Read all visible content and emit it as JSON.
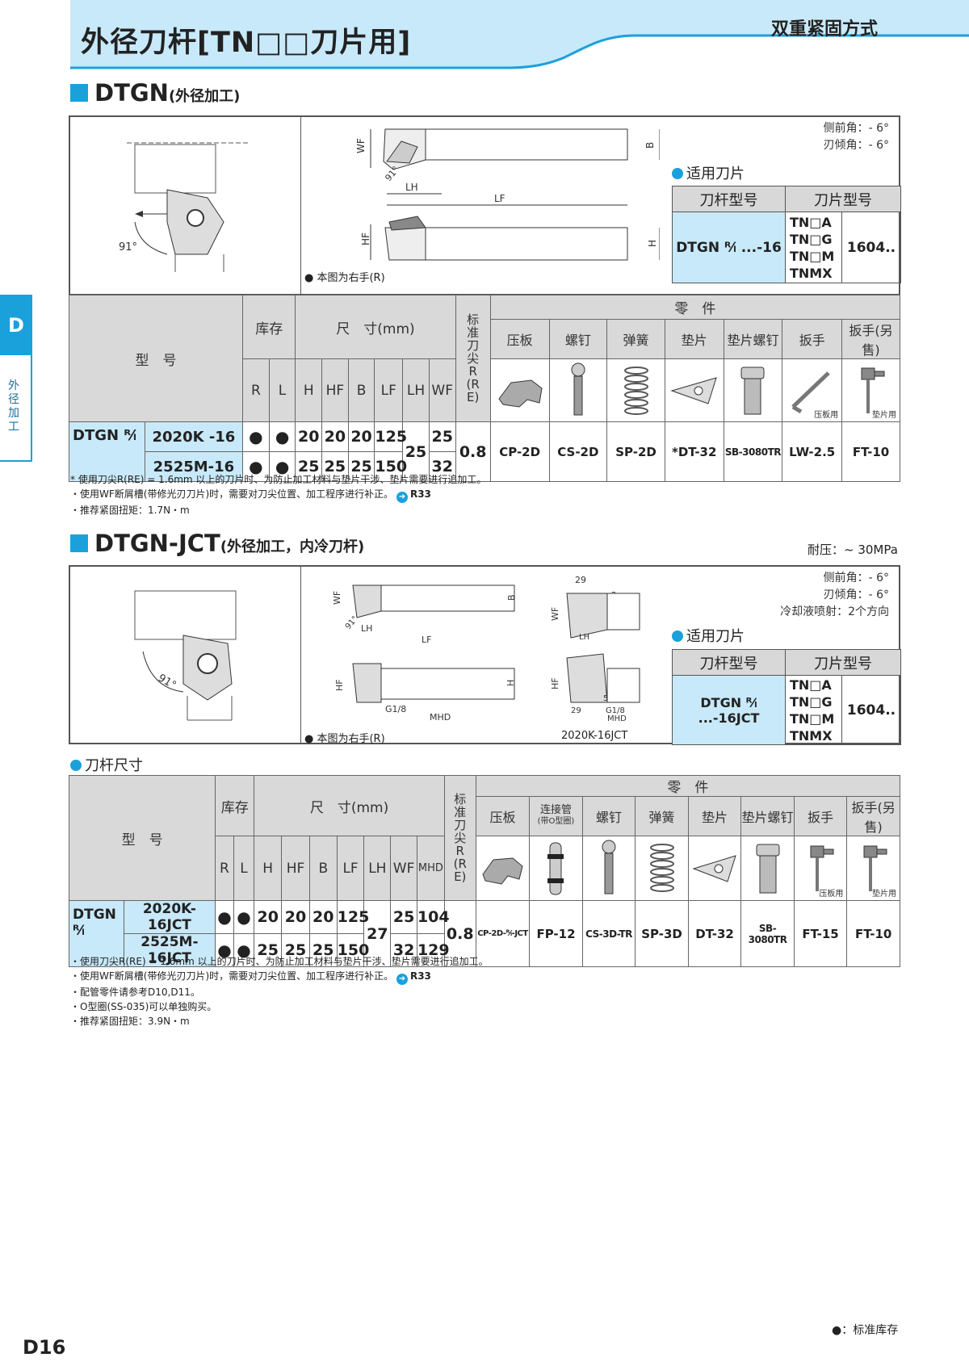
{
  "header": {
    "title": "外径刀杆[TN□□刀片用]",
    "subtitle": "双重紧固方式"
  },
  "side_tab": {
    "letter": "D",
    "label": "外径加工"
  },
  "section1": {
    "name": "DTGN",
    "sub": "(外径加工)",
    "angles": [
      "侧前角：- 6°",
      "刃倾角：- 6°"
    ],
    "right_hand_note": "● 本图为右手(R)",
    "dim_labels": {
      "wf": "WF",
      "b": "B",
      "lh": "LH",
      "lf": "LF",
      "hf": "HF",
      "h": "H",
      "angle91": "91°"
    },
    "applicable_title": "适用刀片",
    "applicable_headers": [
      "刀杆型号",
      "刀片型号"
    ],
    "holder": "DTGN ᴿ⁄ₗ ...-16",
    "inserts": [
      "TN□A",
      "TN□G",
      "TN□M",
      "TNMX"
    ],
    "insert_code": "1604..",
    "table": {
      "model_header": "型　号",
      "stock_header": "库存",
      "dims_header": "尺　寸(mm)",
      "re_header": "标准刀尖R(RE)",
      "parts_header": "零　件",
      "sub_headers": [
        "R",
        "L",
        "H",
        "HF",
        "B",
        "LF",
        "LH",
        "WF"
      ],
      "part_headers": [
        "压板",
        "螺钉",
        "弹簧",
        "垫片",
        "垫片螺钉",
        "扳手",
        "扳手(另售)"
      ],
      "part_captions": {
        "wrench": "压板用",
        "wrench_opt": "垫片用"
      },
      "model_prefix": "DTGN ᴿ⁄ₗ",
      "rows": [
        {
          "model": "2020K -16",
          "r": "●",
          "l": "●",
          "h": "20",
          "hf": "20",
          "b": "20",
          "lf": "125",
          "wf": "25"
        },
        {
          "model": "2525M-16",
          "r": "●",
          "l": "●",
          "h": "25",
          "hf": "25",
          "b": "25",
          "lf": "150",
          "wf": "32"
        }
      ],
      "lh": "25",
      "re": "0.8",
      "parts": [
        "CP-2D",
        "CS-2D",
        "SP-2D",
        "*DT-32",
        "SB-3080TR",
        "LW-2.5",
        "FT-10"
      ]
    },
    "notes": [
      "* 使用刀尖R(RE) = 1.6mm 以上的刀片时、为防止加工材料与垫片干涉、垫片需要进行追加工。",
      "・使用WF断屑槽(带修光刃刀片)时，需要对刀尖位置、加工程序进行补正。",
      "・推荐紧固扭矩：1.7N・m"
    ],
    "ref": "R33"
  },
  "section2": {
    "name": "DTGN-JCT",
    "sub": "(外径加工，内冷刀杆)",
    "pressure": "耐压：~ 30MPa",
    "angles": [
      "侧前角：- 6°",
      "刃倾角：- 6°",
      "冷却液喷射：2个方向"
    ],
    "right_hand_note": "● 本图为右手(R)",
    "dim_labels": {
      "wf": "WF",
      "b": "B",
      "lh": "LH",
      "lf": "LF",
      "hf": "HF",
      "h": "H",
      "g18": "G1/8",
      "mhd": "MHD",
      "n29": "29",
      "n2": "2",
      "n5": "5",
      "angle91": "91°"
    },
    "model_caption": "2020K-16JCT",
    "applicable_title": "适用刀片",
    "applicable_headers": [
      "刀杆型号",
      "刀片型号"
    ],
    "holder": "DTGN ᴿ⁄ₗ ...-16JCT",
    "inserts": [
      "TN□A",
      "TN□G",
      "TN□M",
      "TNMX"
    ],
    "insert_code": "1604..",
    "dims_title": "刀杆尺寸",
    "table": {
      "model_header": "型　号",
      "stock_header": "库存",
      "dims_header": "尺　寸(mm)",
      "re_header": "标准刀尖R(RE)",
      "parts_header": "零　件",
      "sub_headers": [
        "R",
        "L",
        "H",
        "HF",
        "B",
        "LF",
        "LH",
        "WF",
        "MHD"
      ],
      "part_headers": [
        "压板",
        "连接管",
        "螺钉",
        "弹簧",
        "垫片",
        "垫片螺钉",
        "扳手",
        "扳手(另售)"
      ],
      "part_header_sub": "(带O型圈)",
      "part_captions": {
        "wrench": "压板用",
        "wrench_opt": "垫片用"
      },
      "model_prefix": "DTGN ᴿ⁄ₗ",
      "rows": [
        {
          "model": "2020K-16JCT",
          "r": "●",
          "l": "●",
          "h": "20",
          "hf": "20",
          "b": "20",
          "lf": "125",
          "wf": "25",
          "mhd": "104"
        },
        {
          "model": "2525M-16JCT",
          "r": "●",
          "l": "●",
          "h": "25",
          "hf": "25",
          "b": "25",
          "lf": "150",
          "wf": "32",
          "mhd": "129"
        }
      ],
      "lh": "27",
      "re": "0.8",
      "parts": [
        "CP-2D-ᴿ⁄ₗ-JCT",
        "FP-12",
        "CS-3D-TR",
        "SP-3D",
        "DT-32",
        "SB-3080TR",
        "FT-15",
        "FT-10"
      ]
    },
    "notes": [
      "・使用刀尖R(RE) = 1.6mm 以上的刀片时、为防止加工材料与垫片干涉、垫片需要进行追加工。",
      "・使用WF断屑槽(带修光刃刀片)时，需要对刀尖位置、加工程序进行补正。",
      "・配管零件请参考D10,D11。",
      "・O型圈(SS-035)可以单独购买。",
      "・推荐紧固扭矩：3.9N・m"
    ],
    "ref": "R33"
  },
  "footer": {
    "page": "D16",
    "legend": "●：标准库存"
  },
  "colors": {
    "accent": "#1aa1dc",
    "light_blue": "#c8e9f9",
    "header_gray": "#d9d9d9"
  }
}
